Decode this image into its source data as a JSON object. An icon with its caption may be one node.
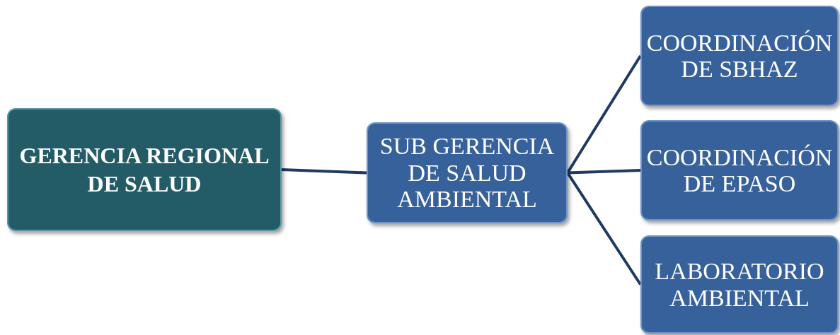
{
  "diagram": {
    "nodes": [
      {
        "text": [
          "GERENCIA REGIONAL DE SALUD"
        ]
      },
      {
        "text": [
          "SUB GERENCIA DE SALUD AMBIENTAL"
        ]
      },
      {
        "text": [
          "COORDINACIÓN DE SBHAZ"
        ]
      },
      {
        "text": [
          "COORDINACIÓN DE EPASO"
        ]
      },
      {
        "text": [
          "LABORATORIO AMBIENTAL"
        ]
      }
    ],
    "edges": [
      {
        "from": 0,
        "to": 1,
        "arrow": "none"
      },
      {
        "from": 1,
        "to": 2,
        "arrow": "none"
      },
      {
        "from": 1,
        "to": 3,
        "arrow": "none"
      },
      {
        "from": 1,
        "to": 4,
        "arrow": "none"
      }
    ]
  }
}
